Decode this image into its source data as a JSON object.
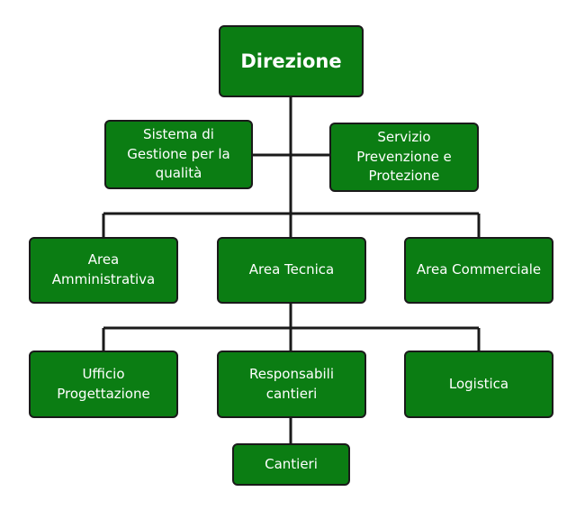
{
  "colors": {
    "box_fill": "#0b7d13",
    "outline": "#1a1a1a",
    "text": "#ffffff"
  },
  "nodes": {
    "direzione": "Direzione",
    "sgq": "Sistema di\nGestione per la\nqualità",
    "spp": "Servizio\nPrevenzione e\nProtezione",
    "area_amm": "Area\nAmministrativa",
    "area_tec": "Area Tecnica",
    "area_com": "Area Commerciale",
    "uff_prog": "Ufficio\nProgettazione",
    "resp_cant": "Responsabili\ncantieri",
    "logistica": "Logistica",
    "cantieri": "Cantieri"
  }
}
